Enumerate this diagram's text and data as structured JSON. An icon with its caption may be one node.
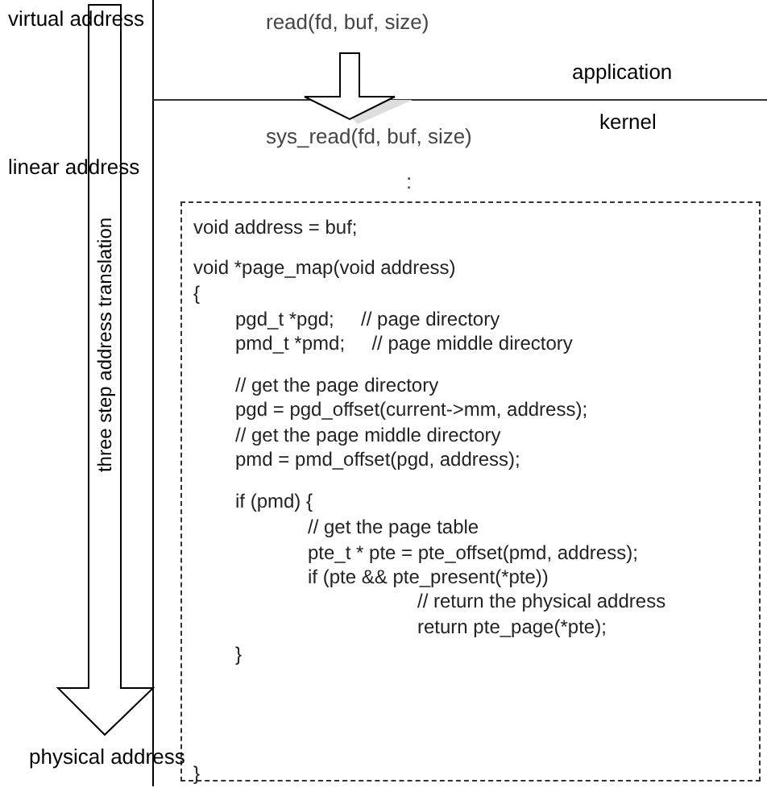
{
  "diagram": {
    "nodes": [
      {
        "text": [
          "read(fd, buf, size)"
        ]
      },
      {
        "text": [
          "sys_read(fd, buf, size)"
        ]
      },
      {
        "text": [
          "void address = buf;",
          "void *page_map(void address)",
          "{",
          "pgd_t *pgd;     // page directory",
          "pmd_t *pmd;     // page middle directory",
          "// get the page directory",
          "pgd = pgd_offset(current->mm, address);",
          "// get the page middle directory",
          "pmd = pmd_offset(pgd, address);",
          "if (pmd) {",
          "// get the page table",
          "pte_t * pte = pte_offset(pmd, address);",
          "if (pte && pte_present(*pte))",
          "// return the physical address",
          "return pte_page(*pte);",
          "}",
          "}"
        ]
      }
    ],
    "edges": [
      {
        "from": 0,
        "to": 1,
        "arrow": "to"
      }
    ],
    "labels": [
      "virtual address",
      "application",
      "kernel",
      "linear address",
      ":",
      "three step address translation",
      "physical address"
    ]
  }
}
